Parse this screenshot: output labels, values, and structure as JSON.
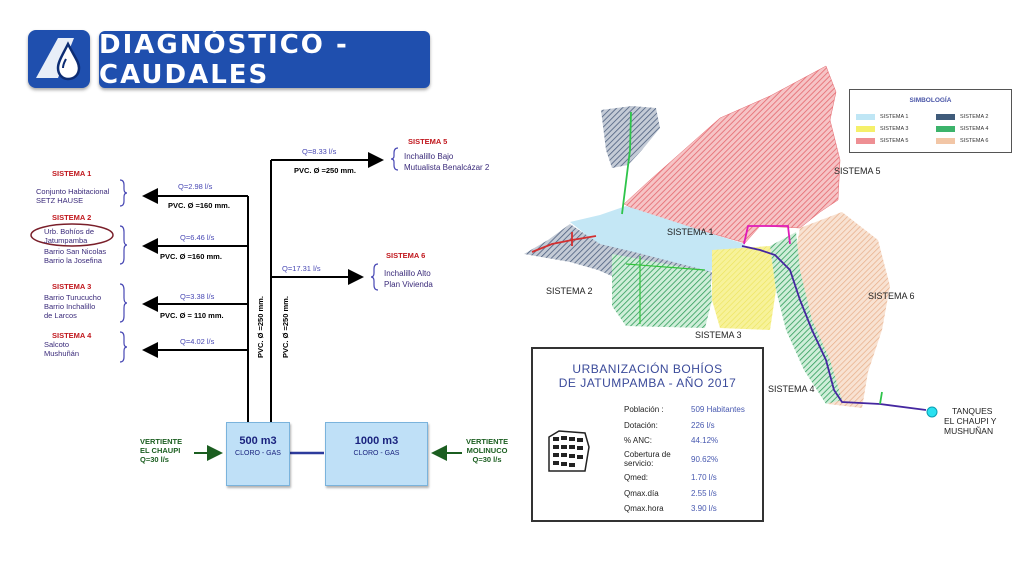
{
  "header": {
    "title": "DIAGNÓSTICO - CAUDALES"
  },
  "diagram": {
    "systems": [
      {
        "name": "SISTEMA 1",
        "barrios": [
          "Conjunto Habitacional",
          "SETZ HAUSE"
        ],
        "flow": "Q=2.98 l/s",
        "pipe": "PVC. Ø =160 mm."
      },
      {
        "name": "SISTEMA 2",
        "barrios": [
          "Urb. Bohíos de",
          "Jatumpamba",
          "Barrio San Nicolas",
          "Barrio la Josefina"
        ],
        "flow": "Q=6.46 l/s",
        "pipe": "PVC. Ø =160 mm."
      },
      {
        "name": "SISTEMA 3",
        "barrios": [
          "Barrio Turucucho",
          "Barrio Inchalillo",
          "de Larcos"
        ],
        "flow": "Q=3.38 l/s",
        "pipe": "PVC. Ø = 110 mm."
      },
      {
        "name": "SISTEMA 4",
        "barrios": [
          "Salcoto",
          "Mushuñán"
        ],
        "flow": "Q=4.02 l/s",
        "pipe": ""
      },
      {
        "name": "SISTEMA 5",
        "barrios": [
          "Inchalillo Bajo",
          "Mutualista Benalcázar 2"
        ],
        "flow": "Q=8.33 l/s",
        "pipe": "PVC. Ø =250 mm."
      },
      {
        "name": "SISTEMA 6",
        "barrios": [
          "Inchalillo Alto",
          "Plan Vivienda"
        ],
        "flow": "Q=17.31 l/s",
        "pipe": ""
      }
    ],
    "vertical_pipes": [
      "PVC. Ø =250 mm.",
      "PVC. Ø =250 mm."
    ],
    "tanks": [
      {
        "capacity": "500 m3",
        "type": "CLORO - GAS"
      },
      {
        "capacity": "1000 m3",
        "type": "CLORO - GAS"
      }
    ],
    "sources": [
      {
        "lines": [
          "VERTIENTE",
          "EL CHAUPI",
          "Q=30 l/s"
        ]
      },
      {
        "lines": [
          "VERTIENTE",
          "MOLINUCO",
          "Q=30 l/s"
        ]
      }
    ]
  },
  "map": {
    "labels": [
      "SISTEMA 1",
      "SISTEMA 2",
      "SISTEMA 3",
      "SISTEMA 4",
      "SISTEMA 5",
      "SISTEMA 6"
    ],
    "tanks_label": [
      "TANQUES",
      "EL CHAUPI Y",
      "MUSHUÑAN"
    ],
    "legend": {
      "title": "SIMBOLOGÍA",
      "items": [
        {
          "label": "SISTEMA 1",
          "color": "#bfe6f5"
        },
        {
          "label": "SISTEMA 2",
          "color": "#3f5b7a"
        },
        {
          "label": "SISTEMA 3",
          "color": "#f5f06a"
        },
        {
          "label": "SISTEMA 4",
          "color": "#3cb36b"
        },
        {
          "label": "SISTEMA 5",
          "color": "#ee8f93"
        },
        {
          "label": "SISTEMA 6",
          "color": "#f2c6a6"
        }
      ]
    }
  },
  "info": {
    "title": [
      "URBANIZACIÓN BOHÍOS",
      "DE JATUMPAMBA - AÑO 2017"
    ],
    "rows": [
      {
        "key": [
          "Población :"
        ],
        "value": "509 Habitantes"
      },
      {
        "key": [
          "Dotación:"
        ],
        "value": "226 l/s"
      },
      {
        "key": [
          "% ANC:"
        ],
        "value": "44.12%"
      },
      {
        "key": [
          "Cobertura de",
          "servicio:"
        ],
        "value": "90.62%"
      },
      {
        "key": [
          "Qmed:"
        ],
        "value": "1.70 l/s"
      },
      {
        "key": [
          "Qmax.día"
        ],
        "value": "2.55 l/s"
      },
      {
        "key": [
          "Qmax.hora"
        ],
        "value": "3.90 l/s"
      }
    ]
  }
}
